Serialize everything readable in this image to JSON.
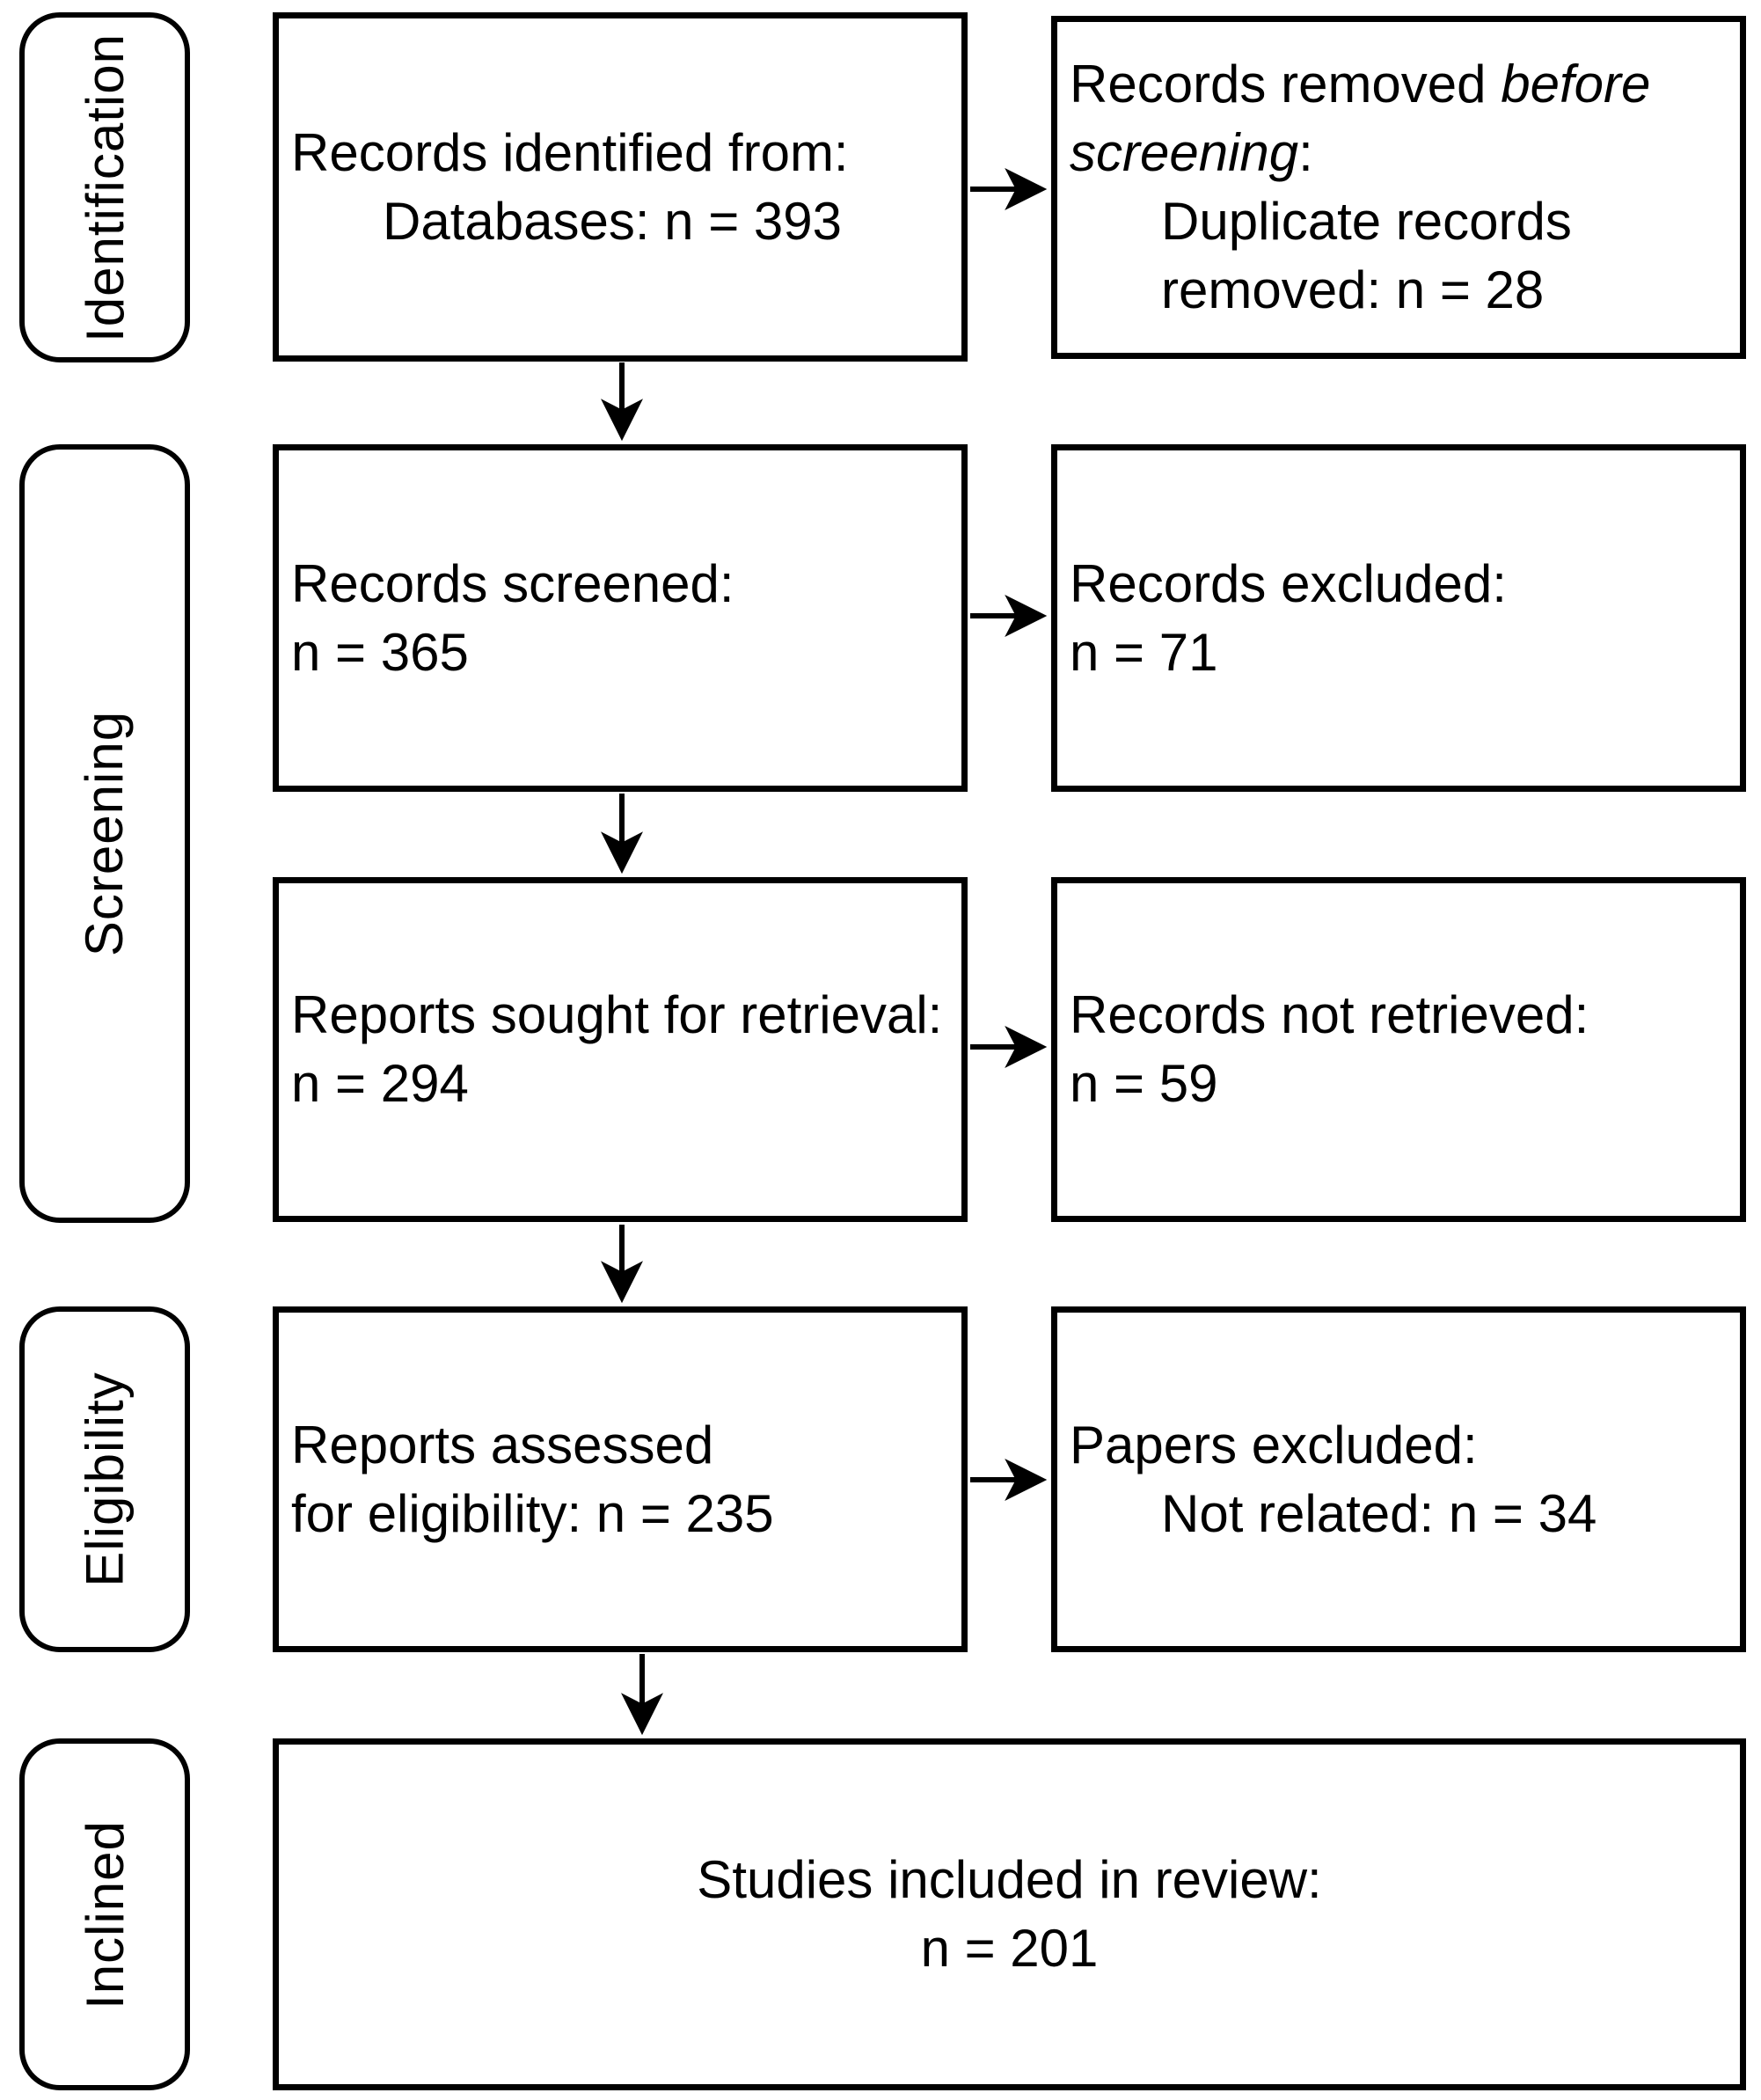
{
  "colors": {
    "ink": "#000000",
    "paper": "#ffffff"
  },
  "stages": [
    {
      "id": "identification",
      "label": "Identification"
    },
    {
      "id": "screening",
      "label": "Screening"
    },
    {
      "id": "eligibility",
      "label": "Eligibility"
    },
    {
      "id": "included",
      "label": "Inclined"
    }
  ],
  "boxes": {
    "records_identified": {
      "lines": [
        {
          "segments": [
            {
              "text": "Records identified from:"
            }
          ]
        },
        {
          "indent": true,
          "segments": [
            {
              "text": "Databases: n = 393"
            }
          ]
        }
      ]
    },
    "records_removed": {
      "lines": [
        {
          "segments": [
            {
              "text": "Records removed "
            },
            {
              "text": "before screening",
              "italic": true
            },
            {
              "text": ":"
            }
          ]
        },
        {
          "indent": true,
          "segments": [
            {
              "text": "Duplicate records"
            }
          ]
        },
        {
          "indent": true,
          "segments": [
            {
              "text": "removed: n = 28"
            }
          ]
        }
      ]
    },
    "records_screened": {
      "lines": [
        {
          "segments": [
            {
              "text": "Records screened:"
            }
          ]
        },
        {
          "segments": [
            {
              "text": "n = 365"
            }
          ]
        }
      ]
    },
    "records_excluded": {
      "lines": [
        {
          "segments": [
            {
              "text": "Records excluded:"
            }
          ]
        },
        {
          "segments": [
            {
              "text": "n = 71"
            }
          ]
        }
      ]
    },
    "reports_sought": {
      "lines": [
        {
          "segments": [
            {
              "text": "Reports sought for retrieval:"
            }
          ]
        },
        {
          "segments": [
            {
              "text": "n = 294"
            }
          ]
        }
      ]
    },
    "records_not_retrieved": {
      "lines": [
        {
          "segments": [
            {
              "text": "Records not retrieved:"
            }
          ]
        },
        {
          "segments": [
            {
              "text": "n = 59"
            }
          ]
        }
      ]
    },
    "reports_assessed": {
      "lines": [
        {
          "segments": [
            {
              "text": "Reports assessed"
            }
          ]
        },
        {
          "segments": [
            {
              "text": "for eligibility: n = 235"
            }
          ]
        }
      ]
    },
    "papers_excluded": {
      "lines": [
        {
          "segments": [
            {
              "text": "Papers excluded:"
            }
          ]
        },
        {
          "indent": true,
          "segments": [
            {
              "text": "Not related: n = 34"
            }
          ]
        }
      ]
    },
    "studies_included": {
      "lines": [
        {
          "segments": [
            {
              "text": "Studies included in review:"
            }
          ]
        },
        {
          "segments": [
            {
              "text": "n = 201"
            }
          ]
        }
      ]
    }
  }
}
